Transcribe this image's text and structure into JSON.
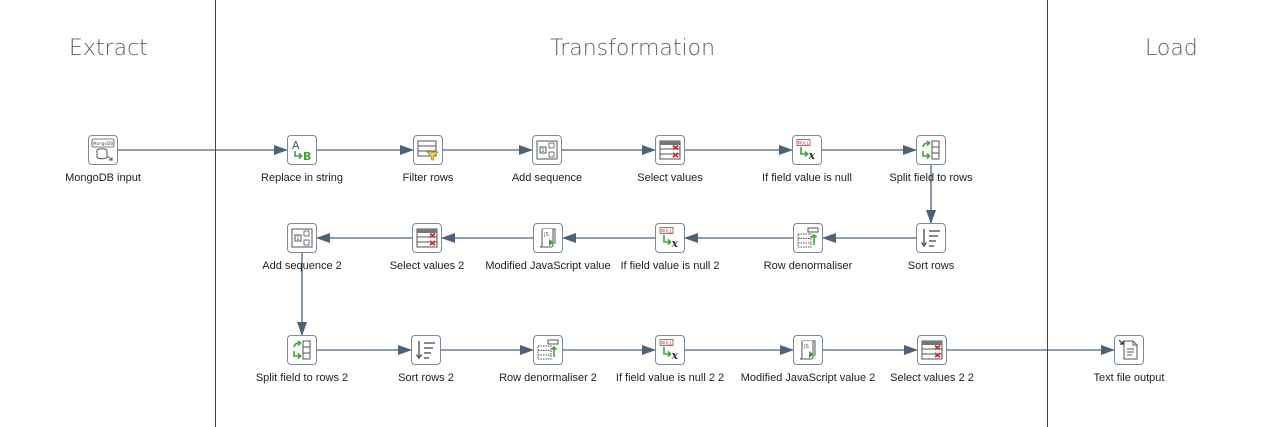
{
  "sections": [
    {
      "id": "extract",
      "title": "Extract"
    },
    {
      "id": "transformation",
      "title": "Transformation"
    },
    {
      "id": "load",
      "title": "Load"
    }
  ],
  "colors": {
    "edge": "#4a6378",
    "node_border": "#7d8a96",
    "icon_green": "#3aa53a",
    "icon_red": "#d0312d",
    "icon_gray": "#555555"
  },
  "steps": [
    {
      "id": "mongodb_input",
      "label": "MongoDB input",
      "icon": "mongodb-icon",
      "icon_text": "MongoDB"
    },
    {
      "id": "replace_in_string",
      "label": "Replace in string",
      "icon": "replace-string-icon",
      "icon_text": "A"
    },
    {
      "id": "filter_rows",
      "label": "Filter rows",
      "icon": "filter-rows-icon"
    },
    {
      "id": "add_sequence",
      "label": "Add sequence",
      "icon": "add-sequence-icon"
    },
    {
      "id": "select_values",
      "label": "Select values",
      "icon": "select-values-icon"
    },
    {
      "id": "if_null",
      "label": "If field value is null",
      "icon": "if-null-icon",
      "icon_text": "NULL"
    },
    {
      "id": "split_field",
      "label": "Split field to rows",
      "icon": "split-field-icon"
    },
    {
      "id": "sort_rows",
      "label": "Sort rows",
      "icon": "sort-rows-icon"
    },
    {
      "id": "row_denorm",
      "label": "Row denormaliser",
      "icon": "row-denormaliser-icon"
    },
    {
      "id": "if_null_2",
      "label": "If field value is null 2",
      "icon": "if-null-icon",
      "icon_text": "NULL"
    },
    {
      "id": "mod_js",
      "label": "Modified JavaScript value",
      "icon": "javascript-icon",
      "icon_text": "JS"
    },
    {
      "id": "select_values_2",
      "label": "Select values 2",
      "icon": "select-values-icon"
    },
    {
      "id": "add_sequence_2",
      "label": "Add sequence 2",
      "icon": "add-sequence-icon"
    },
    {
      "id": "split_field_2",
      "label": "Split field to rows 2",
      "icon": "split-field-icon"
    },
    {
      "id": "sort_rows_2",
      "label": "Sort rows 2",
      "icon": "sort-rows-icon"
    },
    {
      "id": "row_denorm_2",
      "label": "Row denormaliser 2",
      "icon": "row-denormaliser-icon"
    },
    {
      "id": "if_null_2_2",
      "label": "If field value is null 2 2",
      "icon": "if-null-icon",
      "icon_text": "NULL"
    },
    {
      "id": "mod_js_2",
      "label": "Modified JavaScript value 2",
      "icon": "javascript-icon",
      "icon_text": "JS"
    },
    {
      "id": "select_values_2_2",
      "label": "Select values 2 2",
      "icon": "select-values-icon"
    },
    {
      "id": "text_file_output",
      "label": "Text file output",
      "icon": "text-file-output-icon"
    }
  ],
  "hops": [
    [
      "mongodb_input",
      "replace_in_string"
    ],
    [
      "replace_in_string",
      "filter_rows"
    ],
    [
      "filter_rows",
      "add_sequence"
    ],
    [
      "add_sequence",
      "select_values"
    ],
    [
      "select_values",
      "if_null"
    ],
    [
      "if_null",
      "split_field"
    ],
    [
      "split_field",
      "sort_rows"
    ],
    [
      "sort_rows",
      "row_denorm"
    ],
    [
      "row_denorm",
      "if_null_2"
    ],
    [
      "if_null_2",
      "mod_js"
    ],
    [
      "mod_js",
      "select_values_2"
    ],
    [
      "select_values_2",
      "add_sequence_2"
    ],
    [
      "add_sequence_2",
      "split_field_2"
    ],
    [
      "split_field_2",
      "sort_rows_2"
    ],
    [
      "sort_rows_2",
      "row_denorm_2"
    ],
    [
      "row_denorm_2",
      "if_null_2_2"
    ],
    [
      "if_null_2_2",
      "mod_js_2"
    ],
    [
      "mod_js_2",
      "select_values_2_2"
    ],
    [
      "select_values_2_2",
      "text_file_output"
    ]
  ]
}
